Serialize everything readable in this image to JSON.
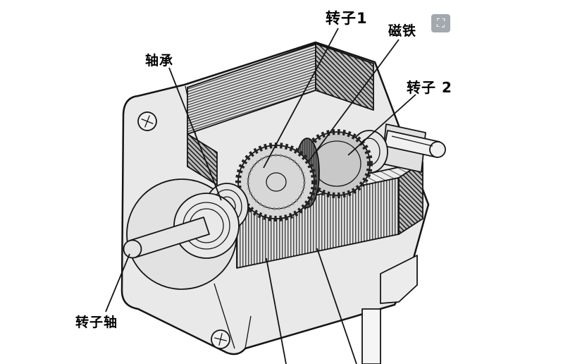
{
  "diagram": {
    "type": "stepper-motor-cutaway",
    "labels": {
      "rotor1": "转子1",
      "magnet": "磁铁",
      "bearing": "轴承",
      "rotor2": "转子 2",
      "rotor_shaft": "转子轴"
    }
  },
  "overlay": {
    "zoom_badge_glyph": "⛶"
  },
  "colors": {
    "line": "#141414",
    "body": "#e9e9e9",
    "body_shade": "#d7d7d7",
    "gear_face": "#d7d7d7",
    "magnet": "#5f5f5f",
    "background": "#ffffff",
    "badge_bg": "#9aa0a6"
  }
}
